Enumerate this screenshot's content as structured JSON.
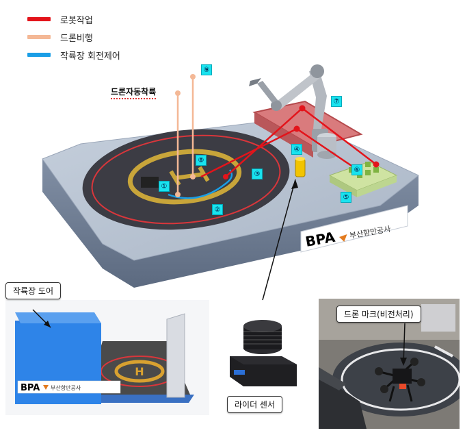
{
  "legend": [
    {
      "label": "로봇작업",
      "color": "#e3141b"
    },
    {
      "label": "드론비행",
      "color": "#f4b896"
    },
    {
      "label": "작륙장 회전제어",
      "color": "#1a9ee6"
    }
  ],
  "drone_title": "드론자동착륙",
  "markers": [
    "①",
    "②",
    "③",
    "④",
    "⑤",
    "⑥",
    "⑦",
    "⑧",
    "⑨"
  ],
  "pad_letter": "H",
  "logo": {
    "bpa": "BPA",
    "korean": "부산항만공사"
  },
  "callouts": {
    "door": "작륙장 도어",
    "lidar": "라이더 센서",
    "drone_mark": "드론 마크(비전처리)"
  }
}
